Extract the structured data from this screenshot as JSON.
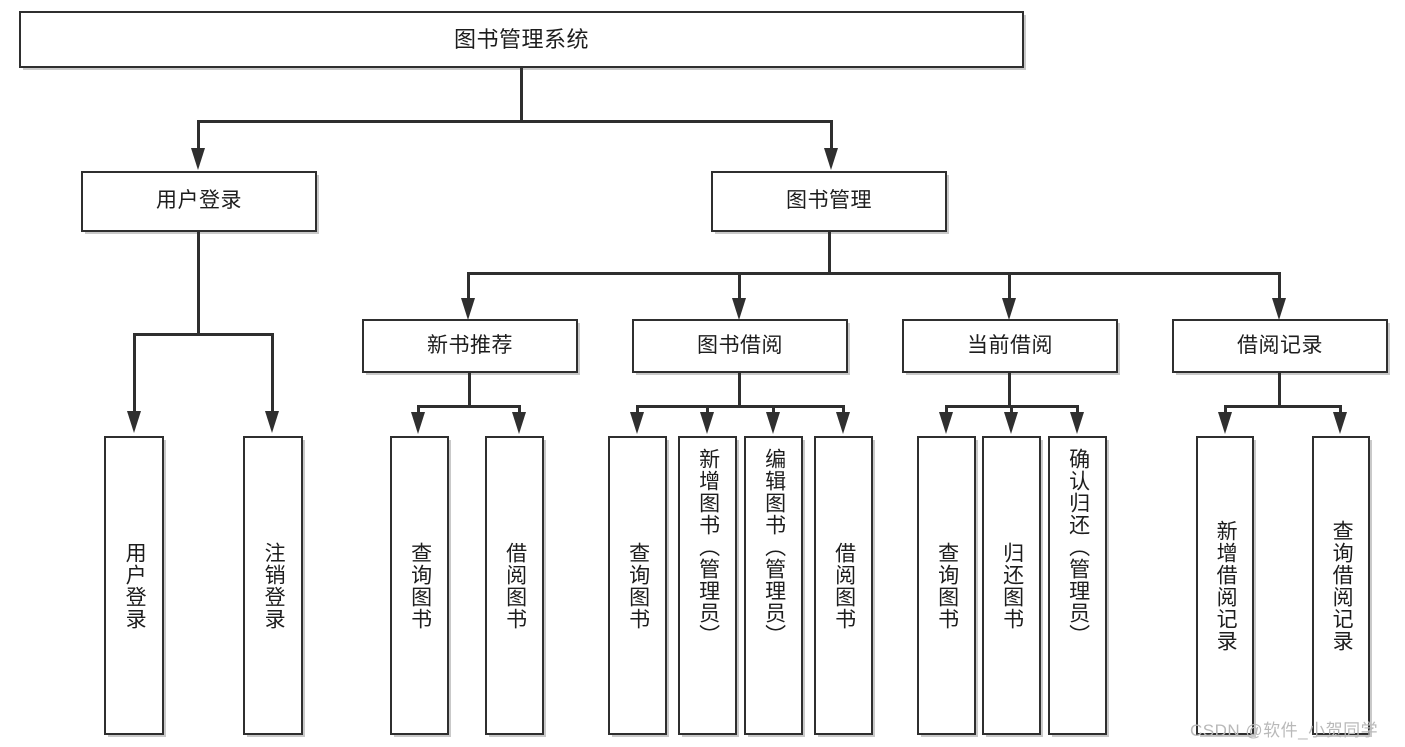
{
  "diagram": {
    "title": "图书管理系统",
    "watermark": "CSDN @软件_小贺同学",
    "colors": {
      "border": "#2f2f2f",
      "box_fill": "#ffffff",
      "text": "#1d1d1d",
      "shadow": "#c9c9c9",
      "watermark": "#b9b9b9",
      "background": "#ffffff"
    },
    "root": {
      "label": "图书管理系统"
    },
    "level2": [
      {
        "label": "用户登录"
      },
      {
        "label": "图书管理"
      }
    ],
    "level3": [
      {
        "label": "新书推荐"
      },
      {
        "label": "图书借阅"
      },
      {
        "label": "当前借阅"
      },
      {
        "label": "借阅记录"
      }
    ],
    "leaves": {
      "user_login": [
        {
          "label": "用户登录"
        },
        {
          "label": "注销登录"
        }
      ],
      "new_book_recommend": [
        {
          "label": "查询图书"
        },
        {
          "label": "借阅图书"
        }
      ],
      "book_borrow": [
        {
          "label": "查询图书"
        },
        {
          "label": "新增图书（管理员）"
        },
        {
          "label": "编辑图书（管理员）"
        },
        {
          "label": "借阅图书"
        }
      ],
      "current_borrow": [
        {
          "label": "查询图书"
        },
        {
          "label": "归还图书"
        },
        {
          "label": "确认归还（管理员）"
        }
      ],
      "borrow_records": [
        {
          "label": "新增借阅记录"
        },
        {
          "label": "查询借阅记录"
        }
      ]
    }
  }
}
